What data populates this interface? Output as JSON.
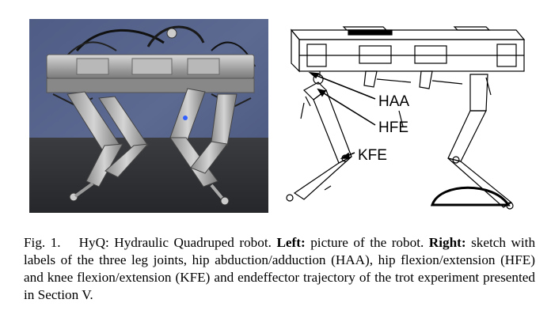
{
  "figure": {
    "joint_labels": [
      "HAA",
      "HFE",
      "KFE"
    ],
    "caption": {
      "number": "Fig. 1.",
      "title": "HyQ: Hydraulic Quadruped robot.",
      "left_label": "Left:",
      "left_text": "picture of the robot.",
      "right_label": "Right:",
      "right_text": "sketch with labels of the three leg joints, hip abduction/adduction (HAA), hip flexion/extension (HFE) and knee flexion/extension (KFE) and endeffector trajectory of the trot experiment presented in Section V."
    }
  }
}
